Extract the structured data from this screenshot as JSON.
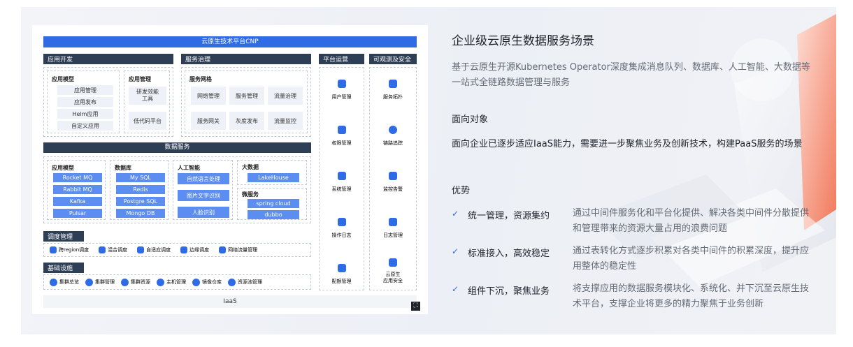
{
  "diagram": {
    "top_bar": "云原生技术平台CNP",
    "app_dev": {
      "header": "应用开发",
      "model_title": "应用模型",
      "model_items": [
        "应用管理",
        "应用发布",
        "Helm应用",
        "自定义应用"
      ],
      "mgmt_title": "应用管理",
      "mgmt_items": [
        "研发效能\n工具",
        "低代码平台"
      ]
    },
    "service_gov": {
      "header": "服务治理",
      "mesh_title": "服务网格",
      "items": [
        "网络管理",
        "服务管理",
        "流量治理",
        "服务网关",
        "灰度发布",
        "流量监控"
      ]
    },
    "platform_ops": {
      "header": "平台运营",
      "items": [
        "用户管理",
        "权限管理",
        "系统管理",
        "操作日志",
        "配额管理"
      ]
    },
    "observability": {
      "header": "可观测及安全",
      "items": [
        "服务拓扑",
        "链路追踪",
        "监控告警",
        "日志管理",
        "云原生\n应用安全"
      ]
    },
    "data_services": {
      "header": "数据服务",
      "mq_title": "应用模型",
      "mq_items": [
        "Rocket MQ",
        "Rabbit MQ",
        "Kafka",
        "Pulsar"
      ],
      "db_title": "数据库",
      "db_items": [
        "My SQL",
        "Redis",
        "Postgre SQL",
        "Mongo DB"
      ],
      "ai_title": "人工智能",
      "ai_items": [
        "自然语言处理",
        "图片文字识别",
        "人脸识别"
      ],
      "bigdata_title": "大数据",
      "bigdata_items": [
        "LakeHouse"
      ],
      "micro_title": "微服务",
      "micro_items": [
        "spring cloud",
        "dubbo"
      ]
    },
    "scheduling": {
      "header": "调度管理",
      "items": [
        "跨region调度",
        "混合调度",
        "自适应调度",
        "边缘调度",
        "网络流量管理"
      ]
    },
    "infra": {
      "header": "基础设施",
      "items": [
        "集群总览",
        "集群管理",
        "集群资源",
        "主机管理",
        "镜像仓库",
        "资源池管理"
      ]
    },
    "iaas": "IaaS"
  },
  "content": {
    "title": "企业级云原生数据服务场景",
    "intro": "基于云原生开源Kubernetes Operator深度集成消息队列、数据库、人工智能、大数据等一站式全链路数据管理与服务",
    "audience_label": "面向对象",
    "audience_text": "面向企业已逐步适应IaaS能力，需要进一步聚焦业务及创新技术，构建PaaS服务的场景",
    "advantages_label": "优势",
    "advantages": [
      {
        "title": "统一管理，资源集约",
        "desc": "通过中间件服务化和平台化提供、解决各类中间件分散提供和管理带来的资源大量占用的浪费问题"
      },
      {
        "title": "标准接入，高效稳定",
        "desc": "通过表转化方式逐步积累对各类中间件的积累深度，提升应用整体的稳定性"
      },
      {
        "title": "组件下沉，聚焦业务",
        "desc": "将支撑应用的数据服务模块化、系统化、并下沉至云原生技术平台，支撑企业将更多的精力聚焦于业务创新"
      }
    ]
  },
  "colors": {
    "accent": "#2f6be5",
    "navy": "#2d3e55",
    "check": "#2f6be5"
  },
  "icons": {
    "check": "check-icon",
    "expand": "expand-icon"
  }
}
